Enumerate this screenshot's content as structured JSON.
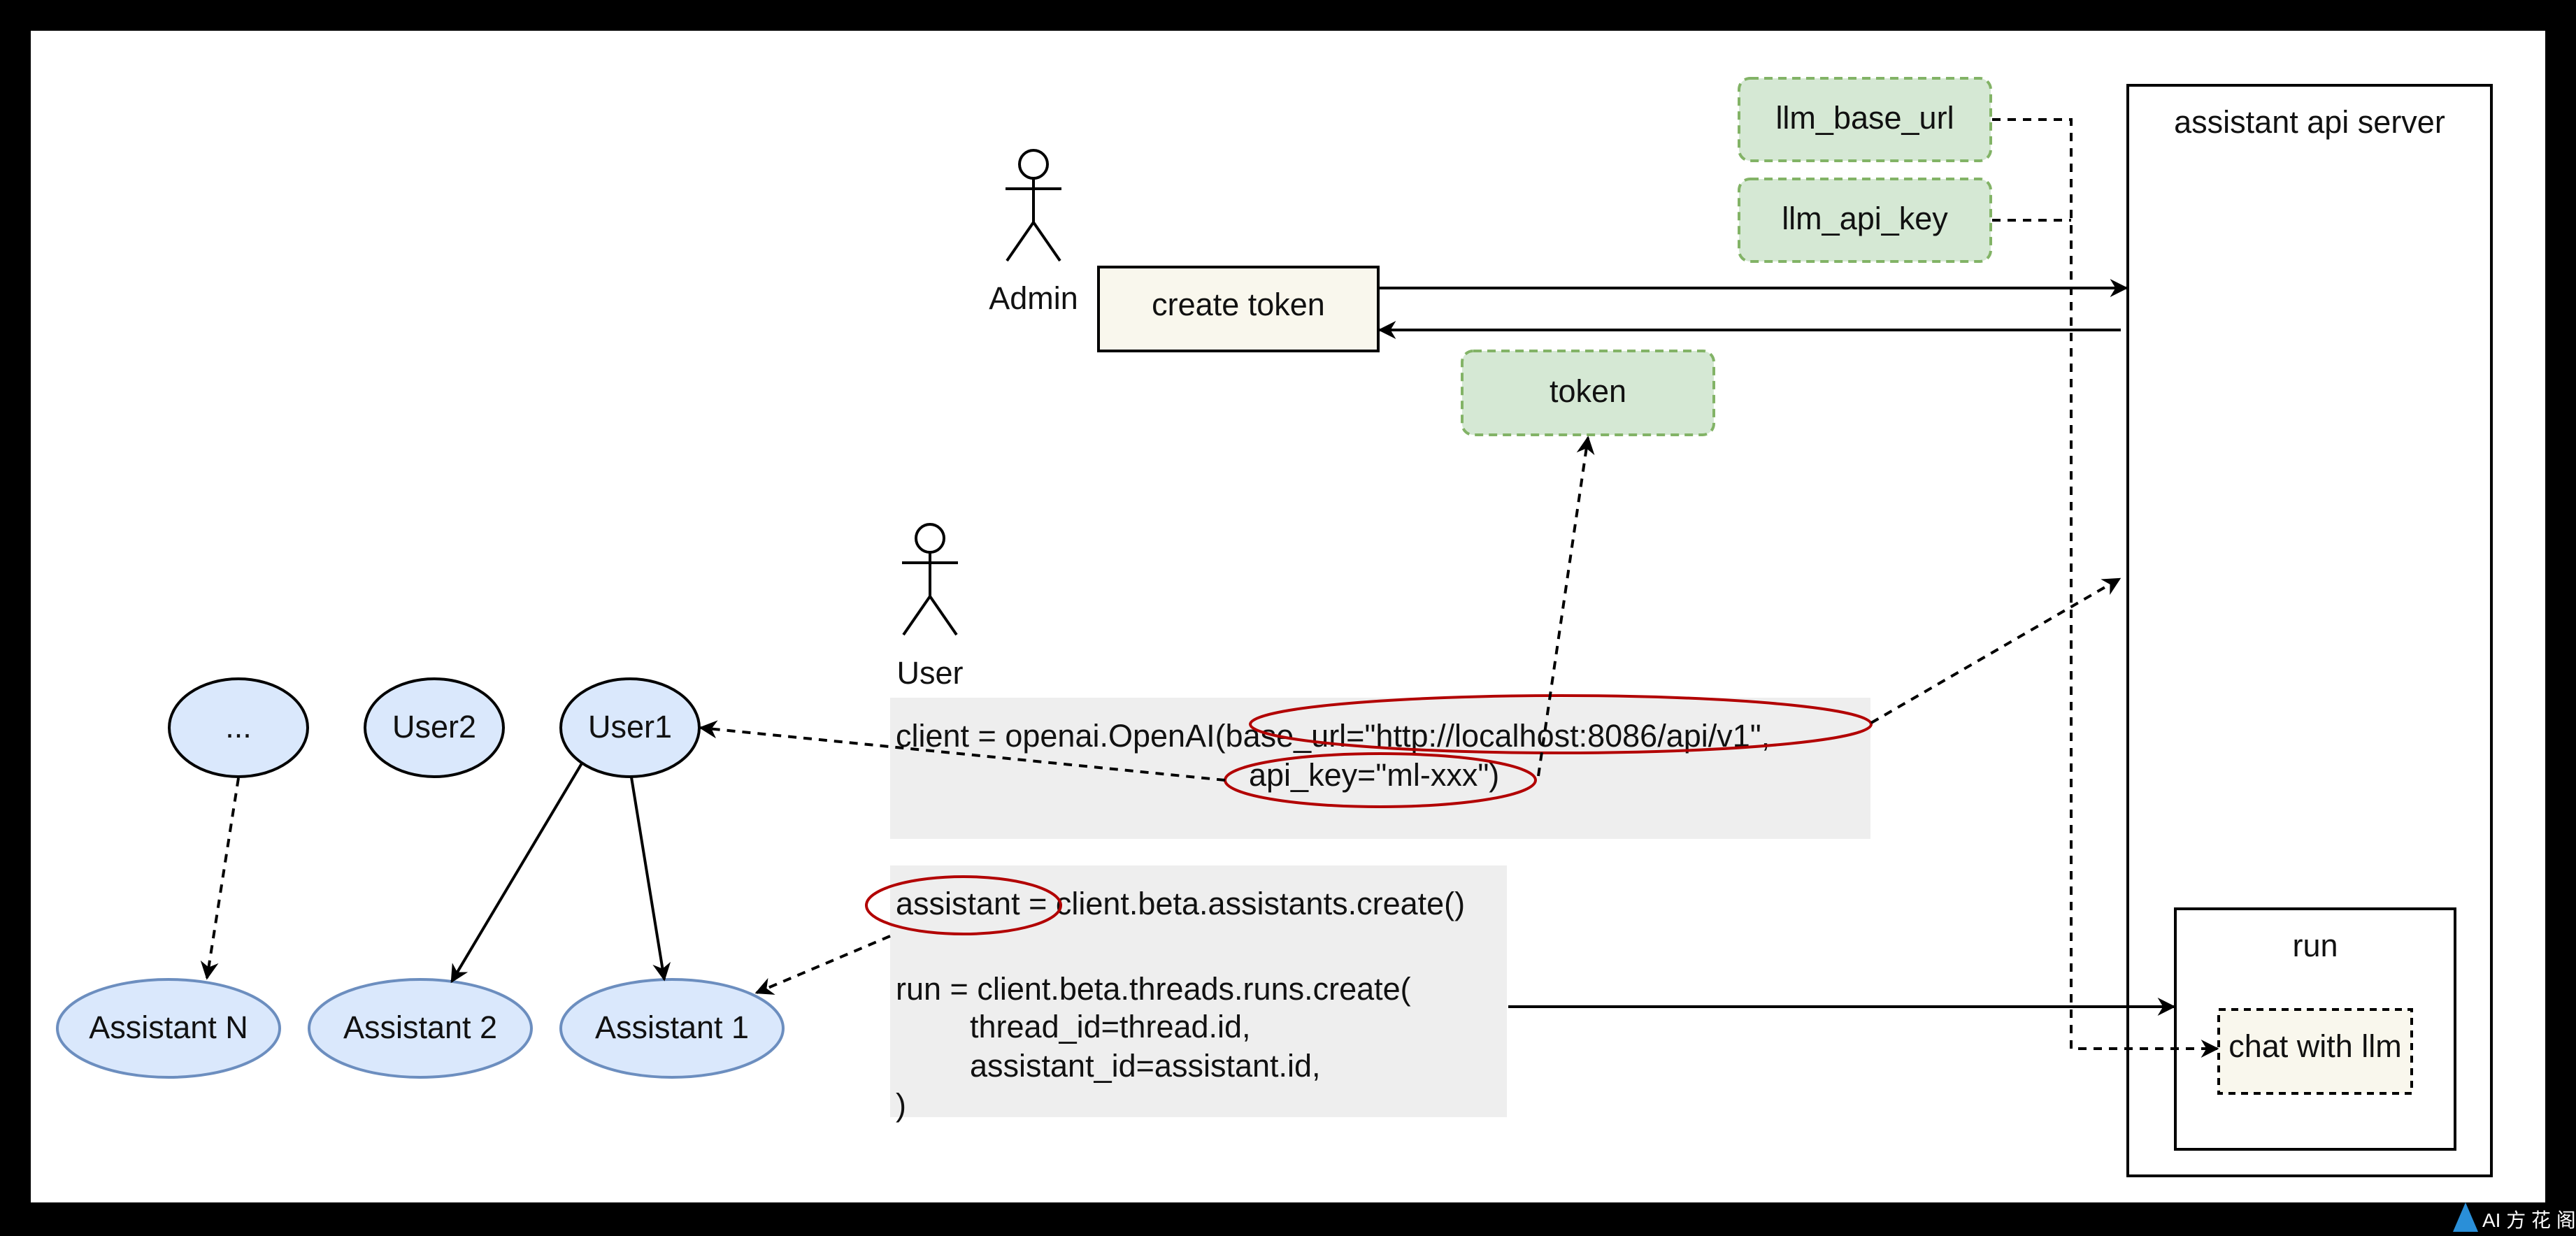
{
  "nodes": {
    "admin": "Admin",
    "user": "User",
    "create_token": "create token",
    "token": "token",
    "llm_base_url": "llm_base_url",
    "llm_api_key": "llm_api_key",
    "server": "assistant api server",
    "run": "run",
    "chat_with_llm": "chat with llm",
    "user_ellipsis": "...",
    "user2": "User2",
    "user1": "User1",
    "assistant_n": "Assistant N",
    "assistant_2": "Assistant 2",
    "assistant_1": "Assistant 1"
  },
  "code": {
    "client_line1": "client = openai.OpenAI(base_url=\"http://localhost:8086/api/v1\",",
    "client_line2": "api_key=\"ml-xxx\")",
    "assistant_line": "assistant = client.beta.assistants.create()",
    "run_line1": "run = client.beta.threads.runs.create(",
    "run_line2": "thread_id=thread.id,",
    "run_line3": "assistant_id=assistant.id,",
    "run_line4": ")"
  },
  "watermark": "AI 方 花 阁",
  "colors": {
    "green_fill": "#d5e8d4",
    "green_stroke": "#82b366",
    "blue_fill": "#dae8fc",
    "blue_stroke": "#6c8ebf",
    "cream_fill": "#f9f7ed",
    "code_bg": "#eeeeee",
    "highlight": "#b20000"
  }
}
